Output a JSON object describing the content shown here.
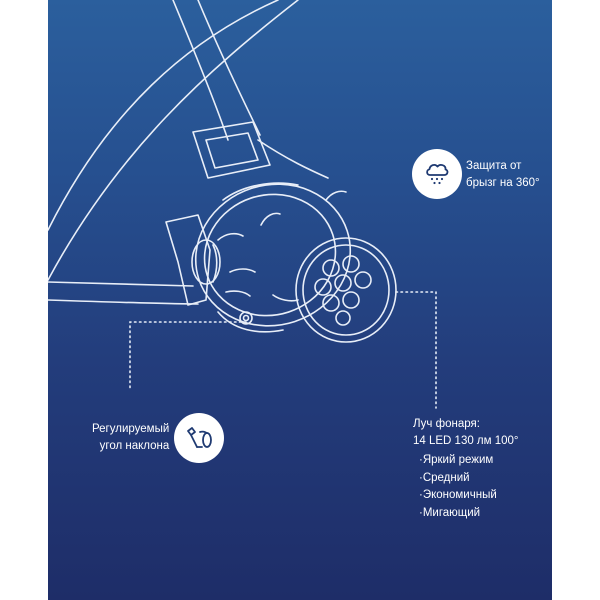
{
  "features": {
    "splash": {
      "icon": "cloud-rain-icon",
      "lines": [
        "Защита от",
        "брызг на 360°"
      ]
    },
    "tilt": {
      "icon": "tilt-angle-icon",
      "lines": [
        "Регулируемый",
        "угол наклона"
      ]
    },
    "beam": {
      "lines": [
        "Луч фонаря:",
        "14 LED 130 лм 100°"
      ],
      "modes": [
        "·Яркий режим",
        "·Средний",
        "·Экономичный",
        "·Мигающий"
      ]
    }
  },
  "colors": {
    "background_top": "#2b5f9d",
    "background_bottom": "#1e2d68",
    "lines": "#e8eef8",
    "badge": "#ffffff",
    "icon": "#1f3a72"
  }
}
